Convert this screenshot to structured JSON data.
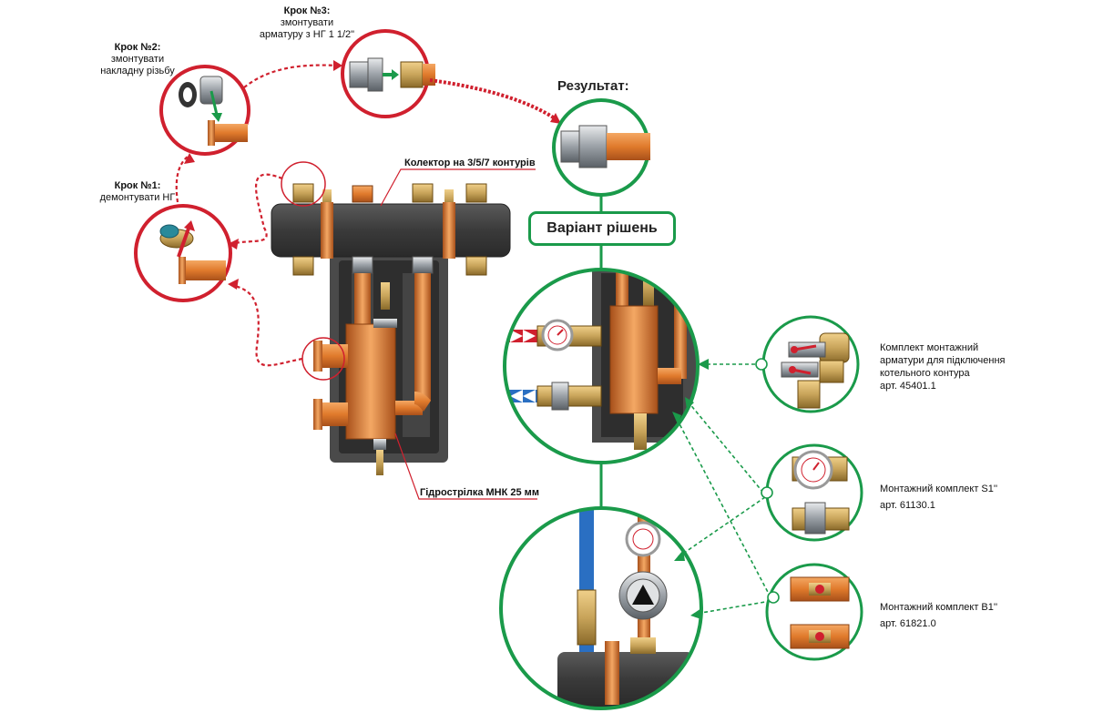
{
  "steps": [
    {
      "title": "Крок №1:",
      "text": "демонтувати НГ"
    },
    {
      "title": "Крок №2:",
      "text": "змонтувати накладну різьбу"
    },
    {
      "title": "Крок №3:",
      "text": "змонтувати арматуру з НГ 1 1/2\""
    }
  ],
  "step2_lines": [
    "змонтувати",
    "накладну різьбу"
  ],
  "step3_lines": [
    "змонтувати",
    "арматуру з НГ 1 1/2\""
  ],
  "result_label": "Результат:",
  "variant_label": "Варіант рішень",
  "collector_label": "Колектор на 3/5/7 контурів",
  "hydro_label": "Гідрострілка МНК 25 мм",
  "kits": [
    {
      "lines": [
        "Комплект монтажний",
        "арматури для підключення",
        "котельного контура"
      ],
      "article": "арт. 45401.1"
    },
    {
      "lines": [
        "Монтажний комплект S1''"
      ],
      "article": "арт. 61130.1"
    },
    {
      "lines": [
        "Монтажний комплект В1''"
      ],
      "article": "арт. 61821.0"
    }
  ],
  "colors": {
    "red": "#d0202e",
    "green": "#1a9a4a",
    "copper": "#e07a2c",
    "brass": "#c8a45a",
    "dark": "#3a3a3a",
    "chrome": "#b8bcc0",
    "blue": "#2a6fc2"
  }
}
